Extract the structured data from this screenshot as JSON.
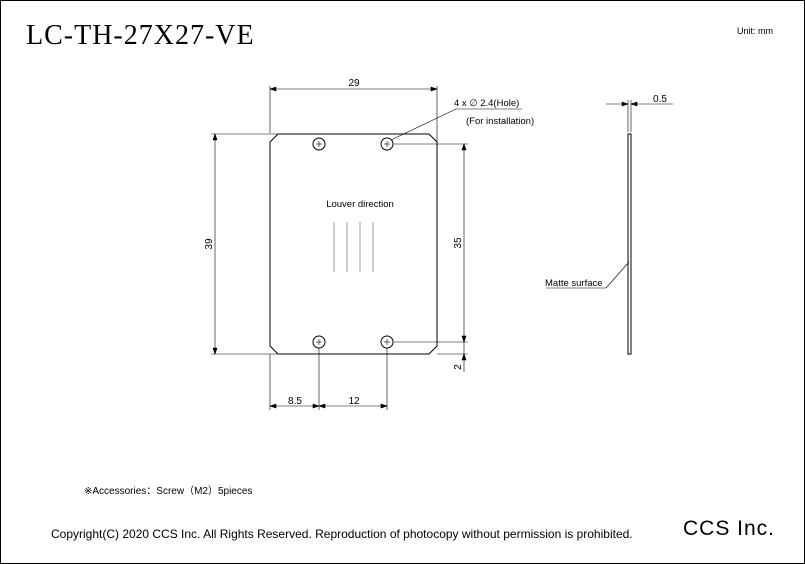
{
  "drawing": {
    "title": "LC-TH-27X27-VE",
    "unit": "Unit: mm",
    "dimensions": {
      "width": "29",
      "height": "39",
      "hole_pitch_vertical": "35",
      "hole_offset_bottom": "2",
      "hole_offset_left": "8.5",
      "hole_pitch_horizontal": "12",
      "thickness": "0.5"
    },
    "hole_note": {
      "line1": "4 x ∅ 2.4(Hole)",
      "line2": "(For installation)"
    },
    "louver_label": "Louver direction",
    "matte_label": "Matte surface",
    "accessories": "※Accessories：Screw（M2）5pieces"
  },
  "footer": {
    "copyright": "Copyright(C) 2020 CCS Inc. All Rights Reserved. Reproduction of photocopy without permission is prohibited.",
    "company": "CCS Inc."
  }
}
